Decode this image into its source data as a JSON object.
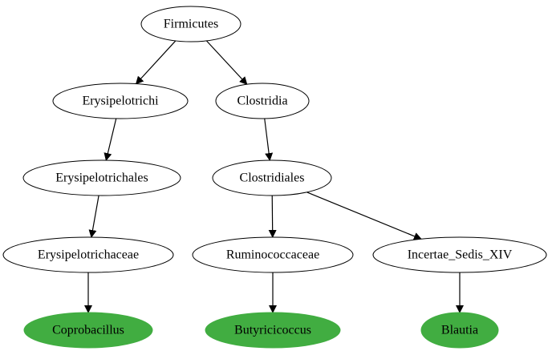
{
  "graph": {
    "nodes": {
      "firmicutes": {
        "label": "Firmicutes",
        "highlighted": false
      },
      "erysipelotrichi": {
        "label": "Erysipelotrichi",
        "highlighted": false
      },
      "clostridia": {
        "label": "Clostridia",
        "highlighted": false
      },
      "erysipelotrichales": {
        "label": "Erysipelotrichales",
        "highlighted": false
      },
      "clostridiales": {
        "label": "Clostridiales",
        "highlighted": false
      },
      "erysipelotrichaceae": {
        "label": "Erysipelotrichaceae",
        "highlighted": false
      },
      "ruminococcaceae": {
        "label": "Ruminococcaceae",
        "highlighted": false
      },
      "incertae_sedis_xiv": {
        "label": "Incertae_Sedis_XIV",
        "highlighted": false
      },
      "coprobacillus": {
        "label": "Coprobacillus",
        "highlighted": true
      },
      "butyricicoccus": {
        "label": "Butyricicoccus",
        "highlighted": true
      },
      "blautia": {
        "label": "Blautia",
        "highlighted": true
      }
    },
    "edges": [
      [
        "firmicutes",
        "erysipelotrichi"
      ],
      [
        "firmicutes",
        "clostridia"
      ],
      [
        "erysipelotrichi",
        "erysipelotrichales"
      ],
      [
        "clostridia",
        "clostridiales"
      ],
      [
        "erysipelotrichales",
        "erysipelotrichaceae"
      ],
      [
        "clostridiales",
        "ruminococcaceae"
      ],
      [
        "clostridiales",
        "incertae_sedis_xiv"
      ],
      [
        "erysipelotrichaceae",
        "coprobacillus"
      ],
      [
        "ruminococcaceae",
        "butyricicoccus"
      ],
      [
        "incertae_sedis_xiv",
        "blautia"
      ]
    ]
  },
  "colors": {
    "highlight_fill": "#41ad41",
    "node_fill": "#ffffff",
    "stroke": "#000000"
  }
}
